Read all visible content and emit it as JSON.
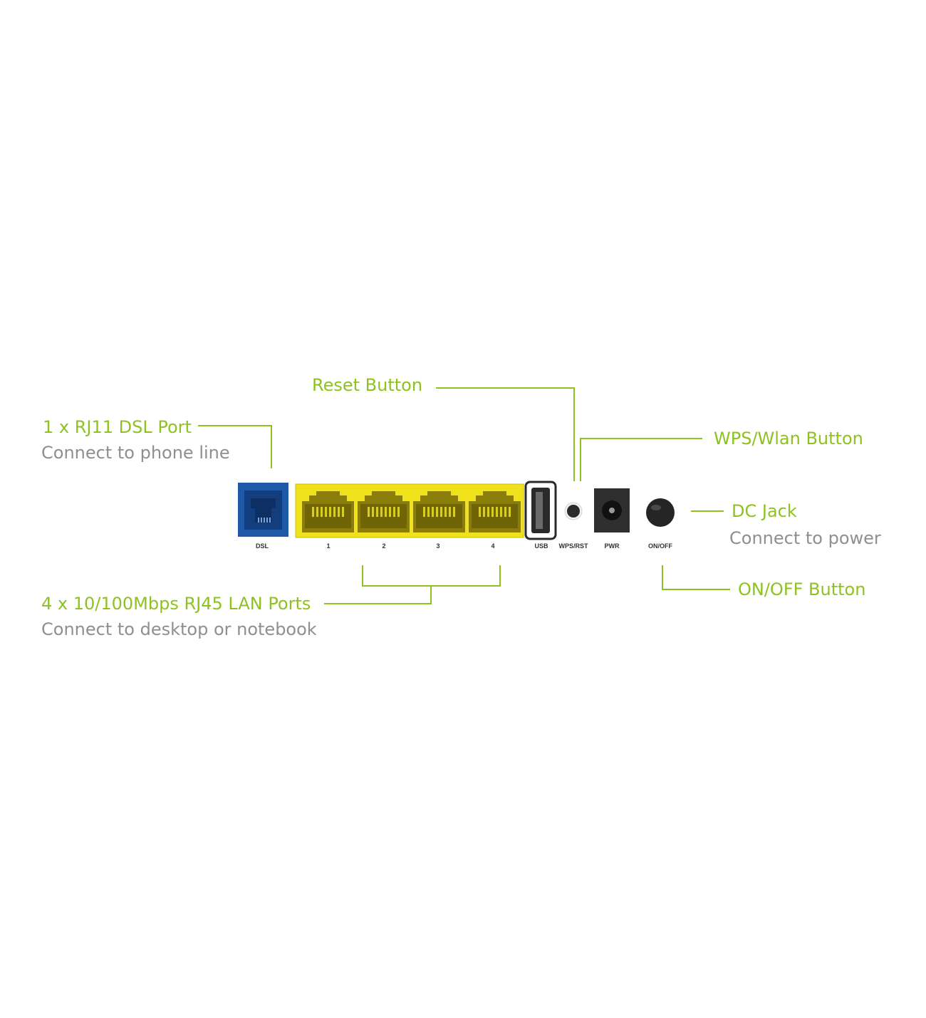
{
  "colors": {
    "accent": "#8dc21f",
    "subtitle": "#8e8e93",
    "dsl_port": "#1f5aa8",
    "lan_ports": "#f0e21a",
    "device_black": "#2a2a2a"
  },
  "callouts": {
    "dsl": {
      "title": "1 x RJ11 DSL Port",
      "subtitle": "Connect to phone line"
    },
    "reset": {
      "title": "Reset Button"
    },
    "wps": {
      "title": "WPS/Wlan Button"
    },
    "dc_jack": {
      "title": "DC Jack",
      "subtitle": "Connect to power"
    },
    "lan": {
      "title": "4 x 10/100Mbps RJ45 LAN Ports",
      "subtitle": "Connect to desktop or notebook"
    },
    "onoff": {
      "title": "ON/OFF Button"
    }
  },
  "panel_labels": {
    "dsl": "DSL",
    "lan": [
      "1",
      "2",
      "3",
      "4"
    ],
    "usb": "USB",
    "wps_rst": "WPS/RST",
    "pwr": "PWR",
    "onoff": "ON/OFF"
  }
}
